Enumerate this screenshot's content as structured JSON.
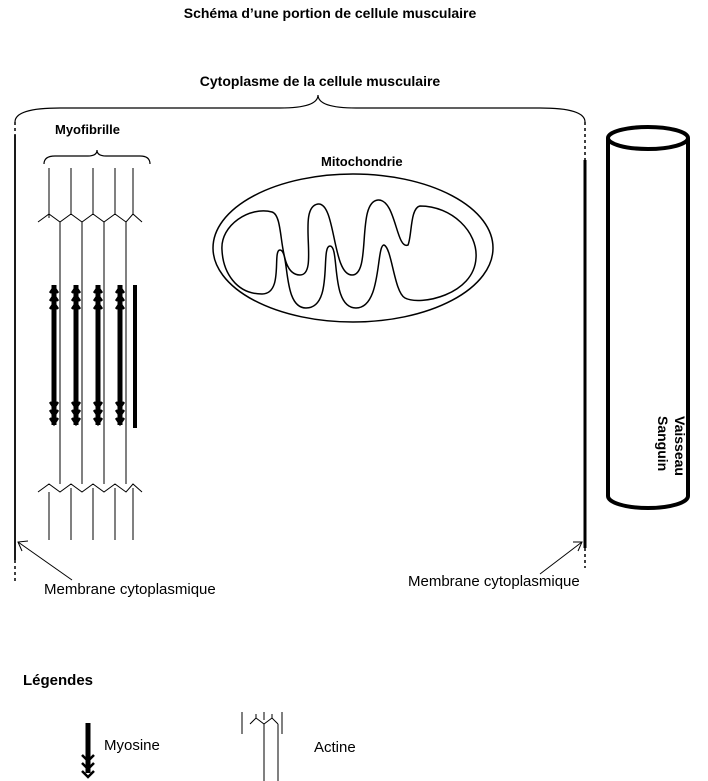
{
  "title": "Schéma d’une portion de cellule musculaire",
  "labels": {
    "cytoplasm": "Cytoplasme de la cellule musculaire",
    "myofibril": "Myofibrille",
    "mitochondria": "Mitochondrie",
    "membrane_left": "Membrane cytoplasmique",
    "membrane_right": "Membrane cytoplasmique",
    "blood_vessel_line1": "Vaisseau",
    "blood_vessel_line2": "Sanguin"
  },
  "legend": {
    "title": "Légendes",
    "myosin": "Myosine",
    "actin": "Actine"
  }
}
